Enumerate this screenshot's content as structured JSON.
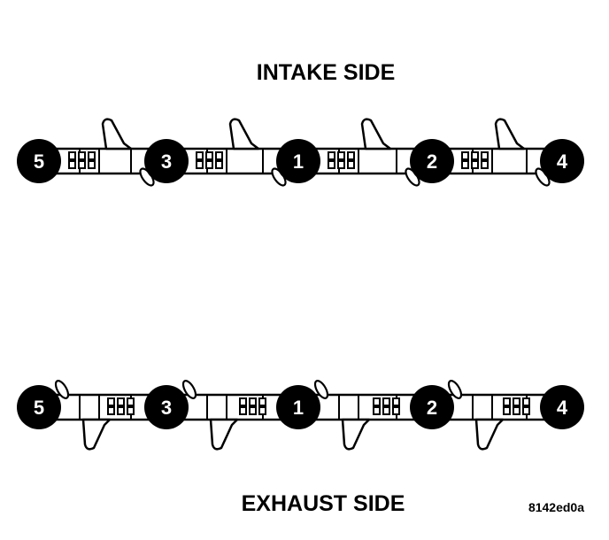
{
  "intake_label": "INTAKE SIDE",
  "exhaust_label": "EXHAUST SIDE",
  "figure_code": "8142ed0a",
  "intake_order": [
    "5",
    "3",
    "1",
    "2",
    "4"
  ],
  "exhaust_order": [
    "5",
    "3",
    "1",
    "2",
    "4"
  ],
  "colors": {
    "ink": "#000000",
    "paper": "#ffffff"
  }
}
